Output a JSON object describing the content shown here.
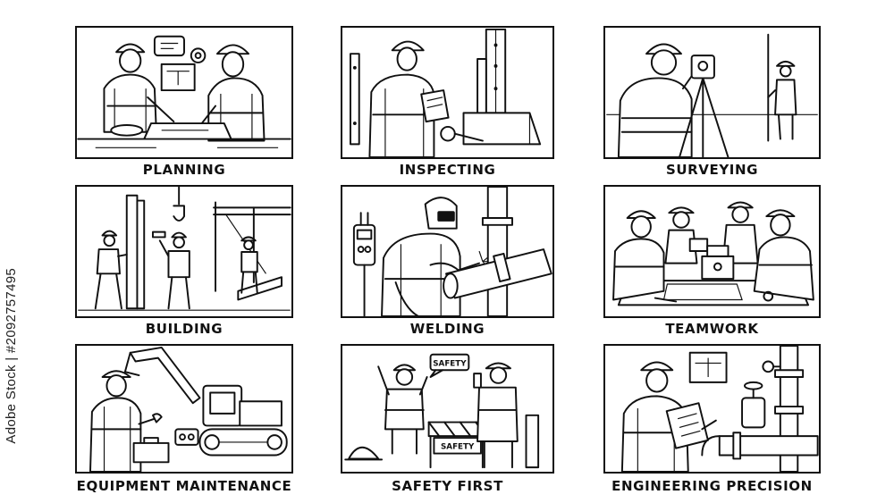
{
  "side_id": "Adobe Stock | #2092757495",
  "panels": [
    {
      "caption": "PLANNING",
      "icon": "planning-illustration"
    },
    {
      "caption": "INSPECTING",
      "icon": "inspecting-illustration"
    },
    {
      "caption": "SURVEYING",
      "icon": "surveying-illustration"
    },
    {
      "caption": "BUILDING",
      "icon": "building-illustration"
    },
    {
      "caption": "WELDING",
      "icon": "welding-illustration"
    },
    {
      "caption": "TEAMWORK",
      "icon": "teamwork-illustration"
    },
    {
      "caption": "EQUIPMENT MAINTENANCE",
      "icon": "equipment-maintenance-illustration"
    },
    {
      "caption": "SAFETY FIRST",
      "icon": "safety-first-illustration"
    },
    {
      "caption": "ENGINEERING PRECISION",
      "icon": "engineering-precision-illustration"
    }
  ],
  "signs": {
    "speech": "SAFETY",
    "barrier": "SAFETY"
  },
  "colors": {
    "ink": "#111111",
    "background": "#ffffff"
  }
}
